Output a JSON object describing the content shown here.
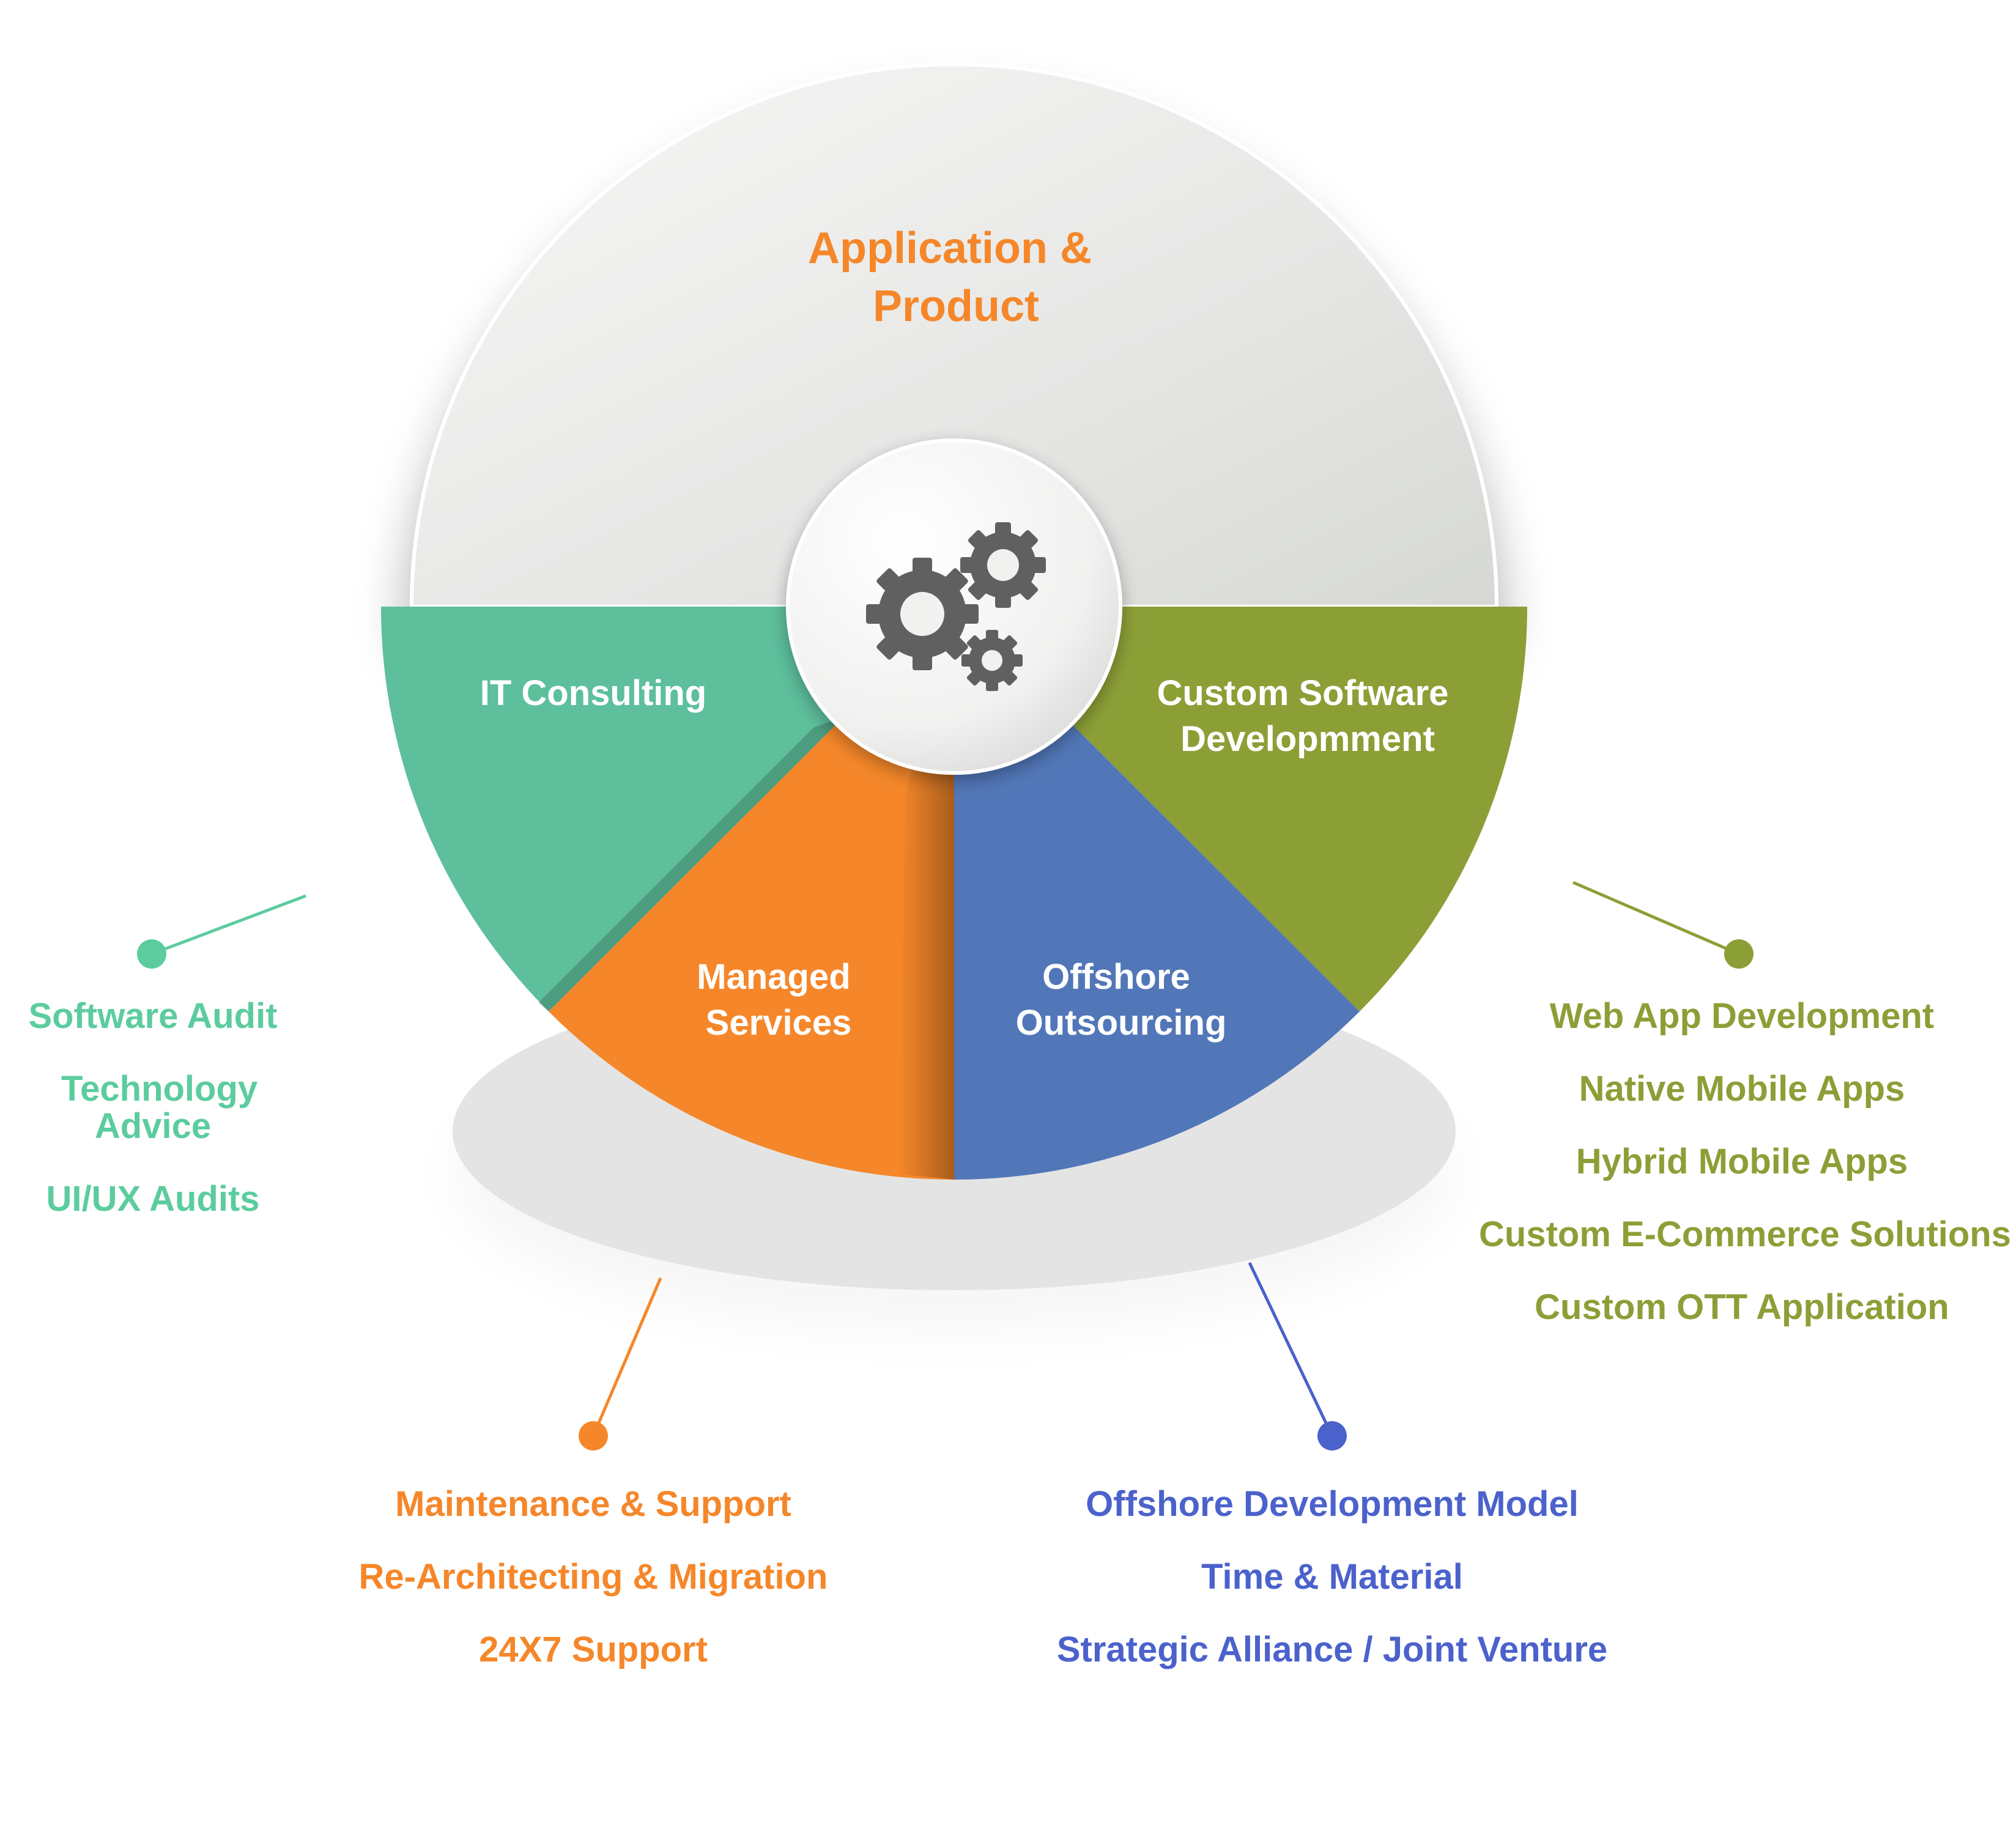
{
  "center_segment": {
    "line1": "Application &",
    "line2": "Product"
  },
  "segments": {
    "it_consulting": {
      "label": "IT Consulting"
    },
    "managed_services": {
      "line1": "Managed",
      "line2": "Services"
    },
    "offshore_outsourcing": {
      "line1": "Offshore",
      "line2": "Outsourcing"
    },
    "custom_software": {
      "line1": "Custom Software",
      "line2": "Developmment"
    }
  },
  "lists": {
    "it_consulting": [
      "Software Audit",
      "Technology Advice",
      "UI/UX Audits"
    ],
    "managed_services": [
      "Maintenance & Support",
      "Re-Architecting & Migration",
      "24X7 Support"
    ],
    "offshore_outsourcing": [
      "Offshore Development Model",
      "Time & Material",
      "Strategic Alliance / Joint Venture"
    ],
    "custom_software": [
      "Web App Development",
      "Native Mobile Apps",
      "Hybrid Mobile Apps",
      "Custom E-Commerce Solutions",
      "Custom OTT Application"
    ]
  },
  "icons": {
    "center": "gears-icon"
  },
  "colors": {
    "orange": "#f5872a",
    "teal": "#5dbf9c",
    "blue": "#5277b8",
    "olive": "#8c9f37",
    "list_teal": "#5ccc9f",
    "list_blue": "#4b62cc",
    "gear": "#606060",
    "white": "#ffffff"
  }
}
